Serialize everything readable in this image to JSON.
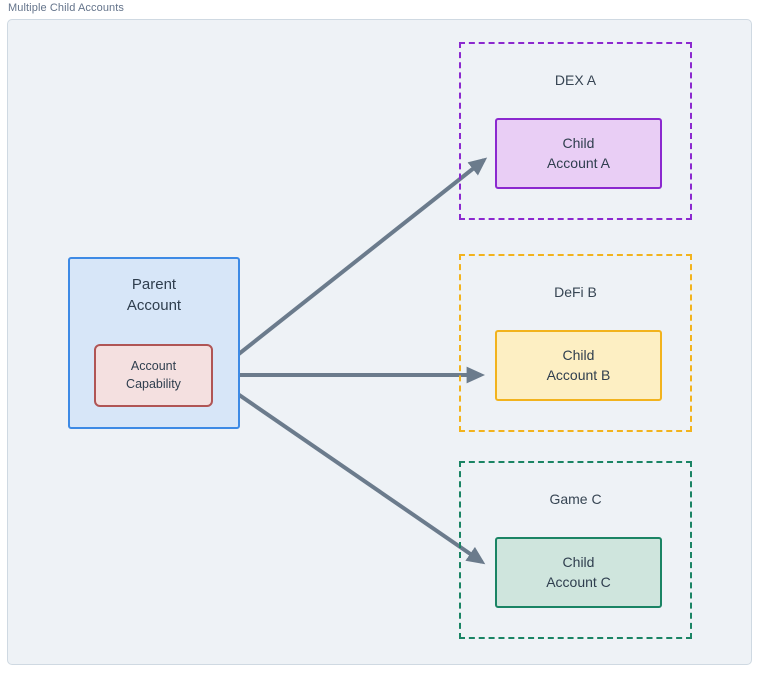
{
  "diagram": {
    "title": "Multiple Child Accounts",
    "background_color": "#eef2f6",
    "frame_border_color": "#cfd9e2",
    "title_color": "#64748b"
  },
  "parent": {
    "label": "Parent\nAccount",
    "fill": "#d7e6f8",
    "stroke": "#3d8ae5",
    "capability": {
      "label": "Account\nCapability",
      "fill": "#f4e0e0",
      "stroke": "#b05555"
    }
  },
  "groups": [
    {
      "id": "dex-a",
      "label": "DEX A",
      "border_color": "#8b29cf",
      "border_style": "dashed",
      "child": {
        "label": "Child\nAccount A",
        "fill": "#e9cef5",
        "stroke": "#8b29cf"
      }
    },
    {
      "id": "defi-b",
      "label": "DeFi B",
      "border_color": "#f2b31d",
      "border_style": "dashed",
      "child": {
        "label": "Child\nAccount B",
        "fill": "#fdefc3",
        "stroke": "#f2b31d"
      }
    },
    {
      "id": "game-c",
      "label": "Game C",
      "border_color": "#1a8464",
      "border_style": "dashed",
      "child": {
        "label": "Child\nAccount C",
        "fill": "#cfe5dd",
        "stroke": "#1a8464"
      }
    }
  ],
  "connectors": {
    "color": "#6b7b8c",
    "width": 4,
    "arrowhead": "solid-triangle",
    "edges": [
      {
        "from": "account-capability",
        "to": "child-account-a"
      },
      {
        "from": "account-capability",
        "to": "child-account-b"
      },
      {
        "from": "account-capability",
        "to": "child-account-c"
      }
    ]
  }
}
